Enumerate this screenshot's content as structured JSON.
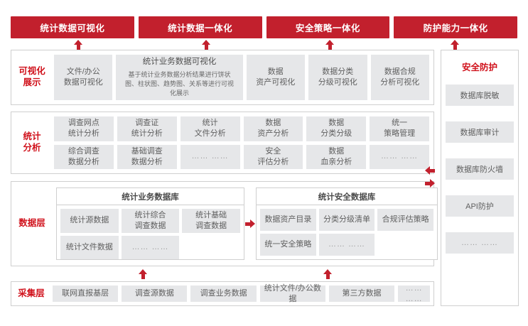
{
  "banner": {
    "items": [
      {
        "label": "统计数据可视化"
      },
      {
        "label": "统计数据一体化"
      },
      {
        "label": "安全策略一体化"
      },
      {
        "label": "防护能力一体化"
      }
    ],
    "color": "#C2202D"
  },
  "visualization": {
    "layer_label_line1": "可视化",
    "layer_label_line2": "展示",
    "cells": [
      {
        "line1": "文件/办公",
        "line2": "数据可视化"
      },
      {
        "title": "统计业务数据可视化",
        "desc": "基于统计业务数据分析结果进行饼状图、柱状图、趋势图、关系等进行可视化展示"
      },
      {
        "line1": "数据",
        "line2": "资产可视化"
      },
      {
        "line1": "数据分类",
        "line2": "分级可视化"
      },
      {
        "line1": "数据合规",
        "line2": "分析可视化"
      }
    ]
  },
  "analysis": {
    "layer_label_line1": "统计",
    "layer_label_line2": "分析",
    "cells": [
      {
        "line1": "调查网点",
        "line2": "统计分析"
      },
      {
        "line1": "调查证",
        "line2": "统计分析"
      },
      {
        "line1": "统计",
        "line2": "文件分析"
      },
      {
        "line1": "数据",
        "line2": "资产分析"
      },
      {
        "line1": "数据",
        "line2": "分类分级"
      },
      {
        "line1": "统一",
        "line2": "策略管理"
      },
      {
        "line1": "综合调查",
        "line2": "数据分析"
      },
      {
        "line1": "基础调查",
        "line2": "数据分析"
      },
      {
        "line1": "…… ……"
      },
      {
        "line1": "安全",
        "line2": "评估分析"
      },
      {
        "line1": "数据",
        "line2": "血亲分析"
      },
      {
        "line1": "…… ……"
      }
    ]
  },
  "data_layer": {
    "layer_label": "数据层",
    "databases": [
      {
        "title": "统计业务数据库",
        "cells": [
          {
            "line1": "统计源数据"
          },
          {
            "line1": "统计综合",
            "line2": "调查数据"
          },
          {
            "line1": "统计基础",
            "line2": "调查数据"
          },
          {
            "line1": "统计文件数据"
          },
          {
            "line1": "…… ……"
          },
          {
            "line1": ""
          }
        ]
      },
      {
        "title": "统计安全数据库",
        "cells": [
          {
            "line1": "数据资产目录"
          },
          {
            "line1": "分类分级清单"
          },
          {
            "line1": "合规评估策略"
          },
          {
            "line1": "统一安全策略"
          },
          {
            "line1": "…… ……"
          },
          {
            "line1": ""
          }
        ]
      }
    ]
  },
  "collection": {
    "layer_label": "采集层",
    "cells": [
      {
        "label": "联网直报基层"
      },
      {
        "label": "调查源数据"
      },
      {
        "label": "调查业务数据"
      },
      {
        "label": "统计文件/办公数据"
      },
      {
        "label": "第三方数据"
      },
      {
        "label": "…… ……"
      }
    ]
  },
  "security": {
    "title": "安全防护",
    "items": [
      {
        "label": "数据库脱敏"
      },
      {
        "label": "数据库审计"
      },
      {
        "label": "数据库防火墙"
      },
      {
        "label": "API防护"
      },
      {
        "label": "…… ……"
      }
    ],
    "color": "#D0111B"
  }
}
